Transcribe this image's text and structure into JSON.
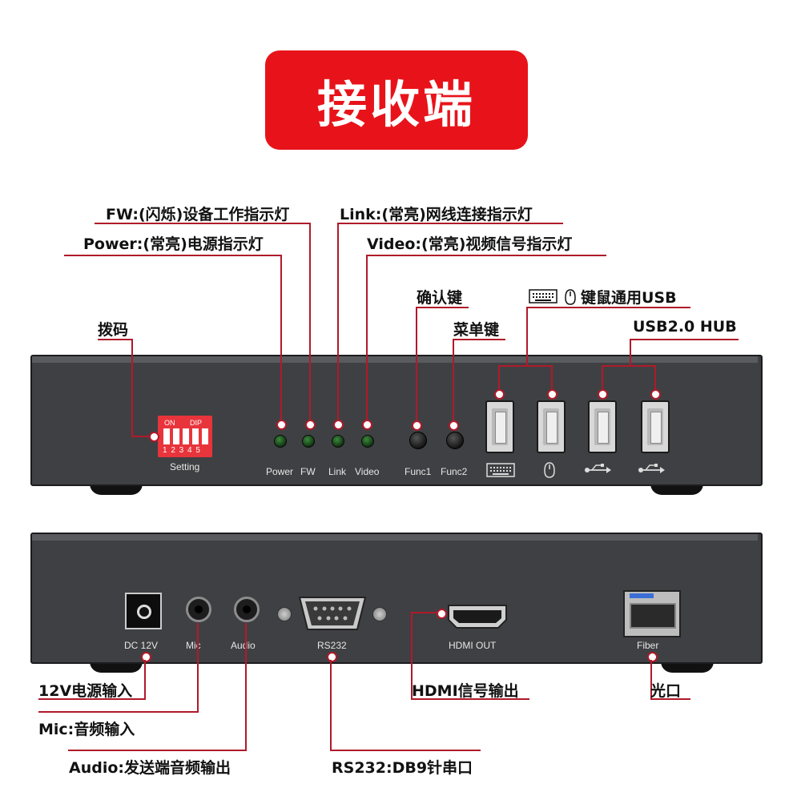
{
  "title": "接收端",
  "front_callouts": {
    "fw": "FW:(闪烁)设备工作指示灯",
    "power": "Power:(常亮)电源指示灯",
    "link": "Link:(常亮)网线连接指示灯",
    "video": "Video:(常亮)视频信号指示灯",
    "confirm": "确认键",
    "menu": "菜单键",
    "kbm": "键鼠通用USB",
    "hub": "USB2.0 HUB",
    "dip": "拨码"
  },
  "front_panel": {
    "dip_on": "ON",
    "dip_dip": "DIP",
    "dip_numbers": "1 2 3 4 5",
    "setting": "Setting",
    "power": "Power",
    "fw": "FW",
    "link": "Link",
    "video": "Video",
    "func1": "Func1",
    "func2": "Func2"
  },
  "rear_panel": {
    "dc": "DC 12V",
    "mic": "Mic",
    "audio": "Audio",
    "rs232": "RS232",
    "hdmi": "HDMI OUT",
    "fiber": "Fiber"
  },
  "rear_callouts": {
    "dc": "12V电源输入",
    "mic": "Mic:音频输入",
    "audio": "Audio:发送端音频输出",
    "rs232": "RS232:DB9针串口",
    "hdmi": "HDMI信号输出",
    "fiber": "光口"
  },
  "colors": {
    "badge": "#e8131a",
    "line": "#b01a2a",
    "panel": "#3f4043"
  }
}
